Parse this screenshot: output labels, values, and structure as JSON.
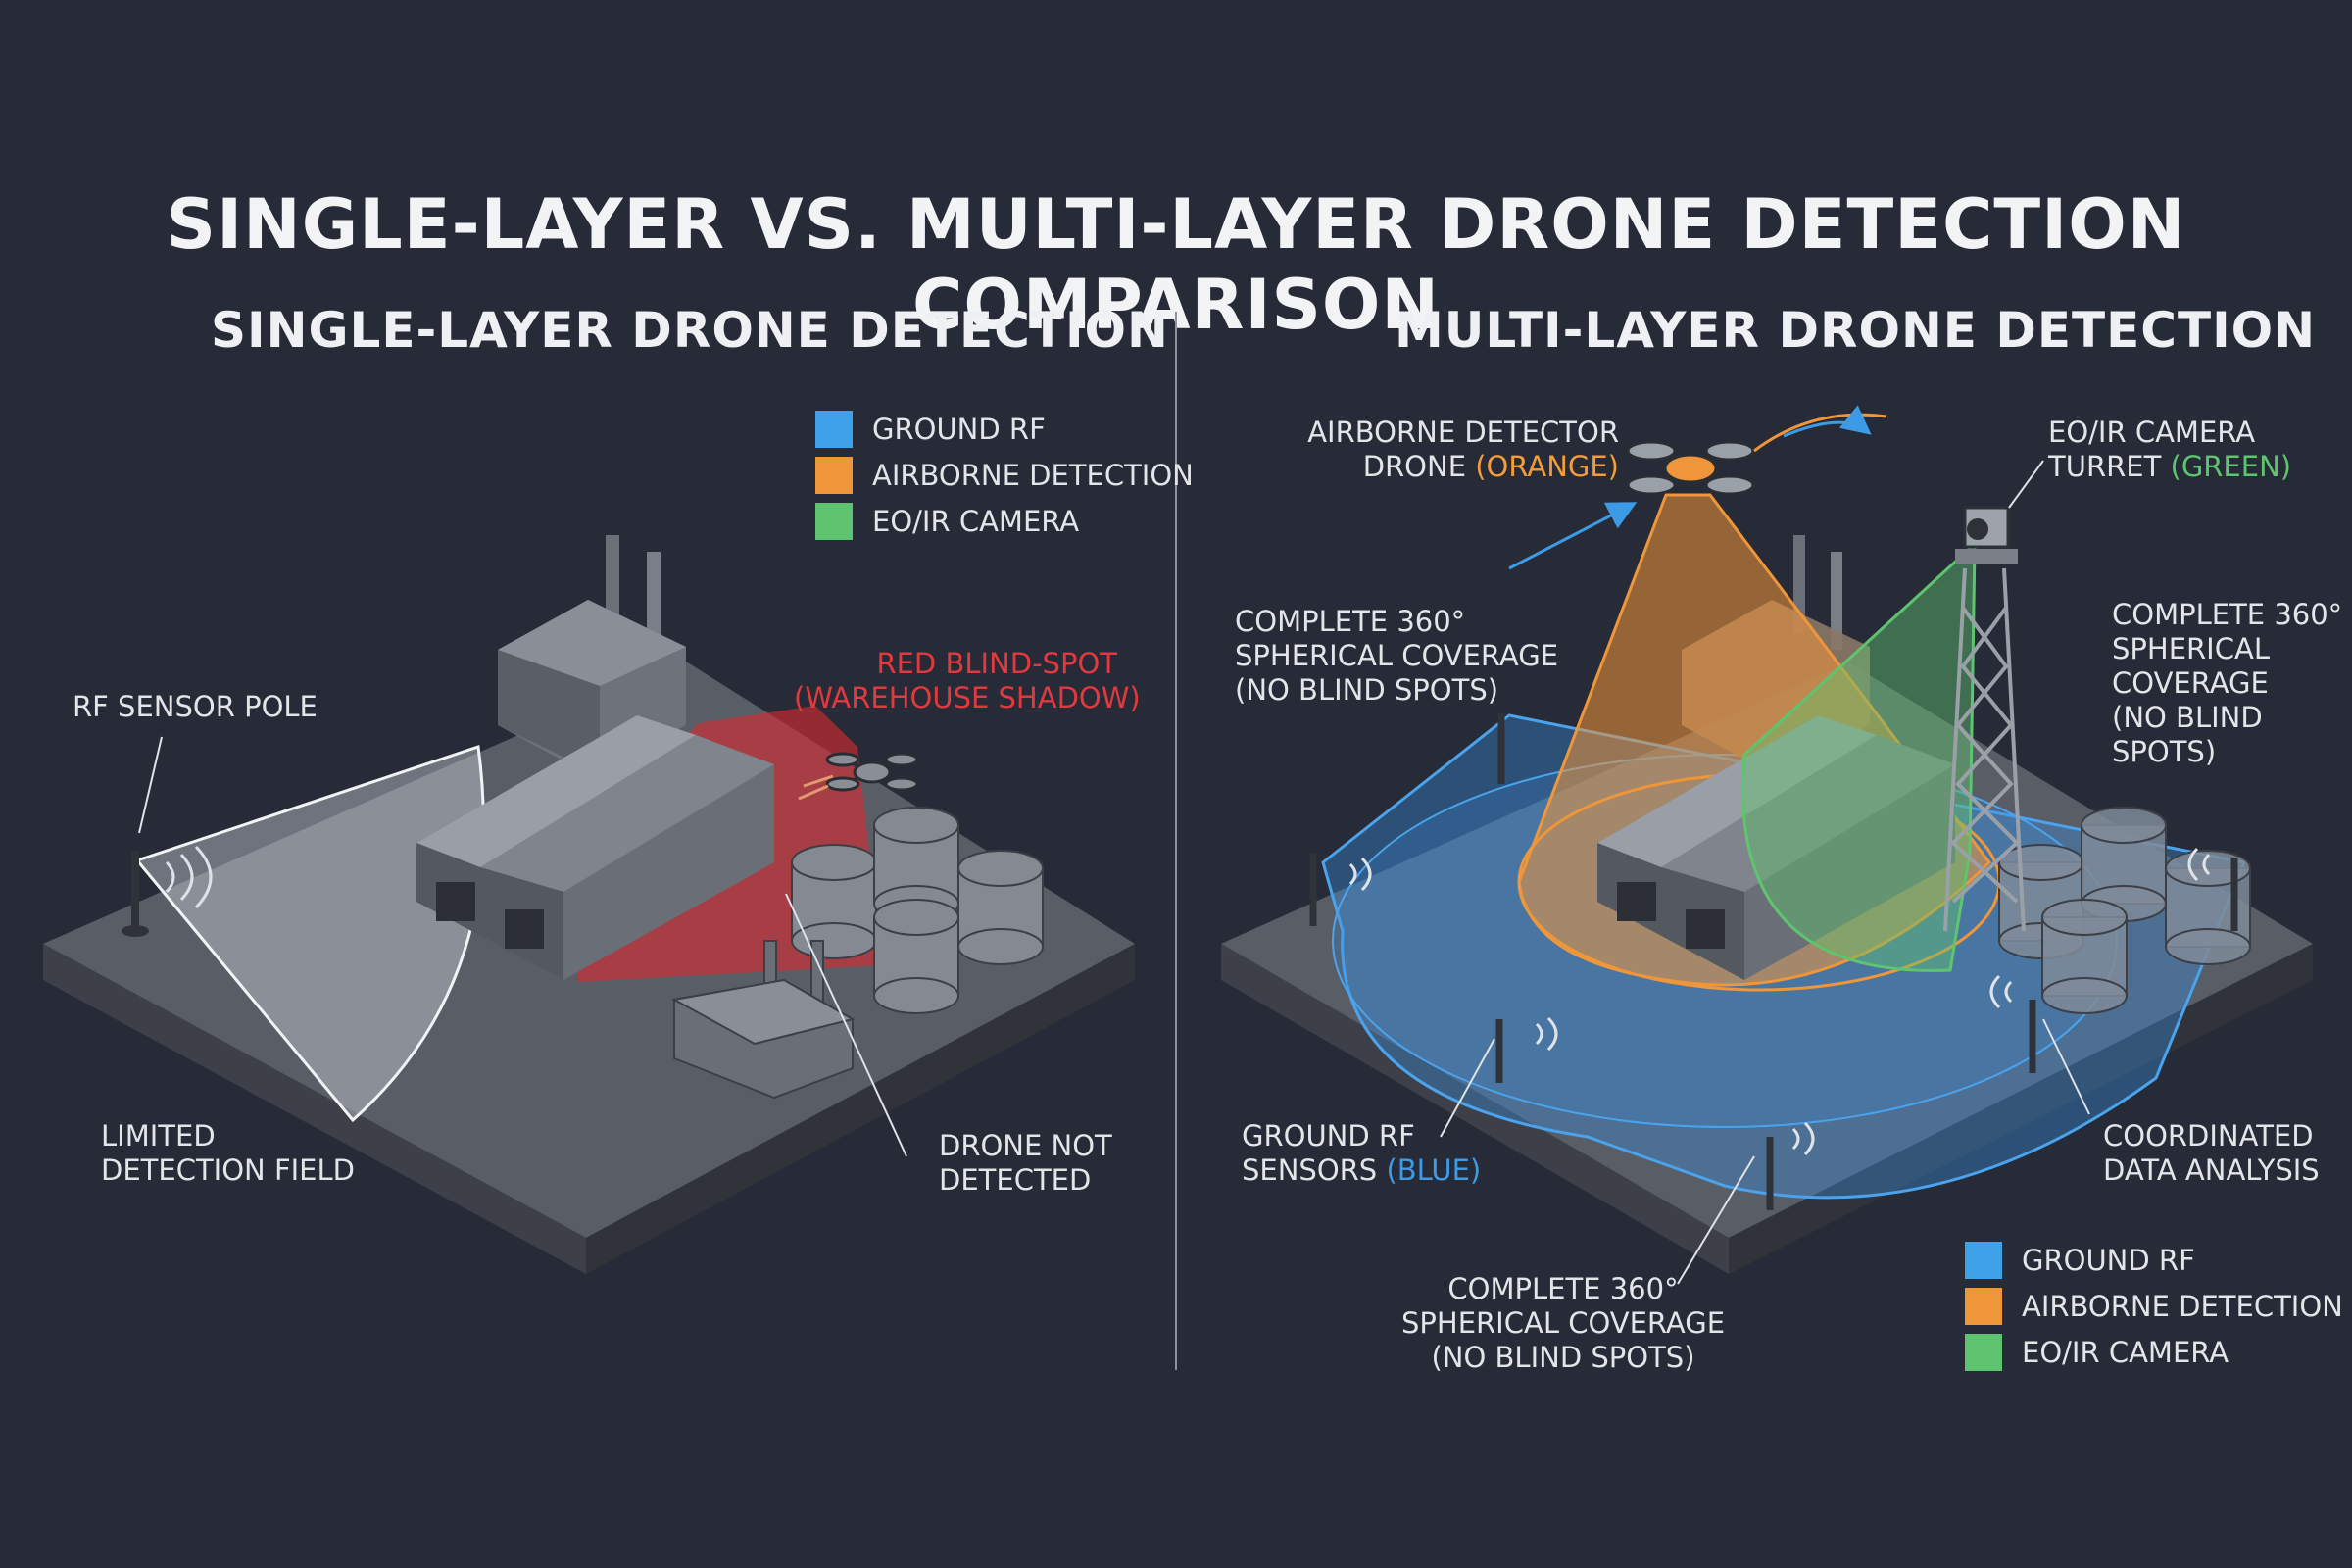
{
  "title": "SINGLE-LAYER VS. MULTI-LAYER DRONE DETECTION COMPARISON",
  "left": {
    "heading": "SINGLE-LAYER DRONE DETECTION",
    "legend": [
      {
        "label": "GROUND RF",
        "color": "#3fa2e8"
      },
      {
        "label": "AIRBORNE DETECTION",
        "color": "#f0963a"
      },
      {
        "label": "EO/IR CAMERA",
        "color": "#5fc46f"
      }
    ],
    "labels": {
      "rf_pole": "RF SENSOR POLE",
      "blind_spot_1": "RED BLIND-SPOT",
      "blind_spot_2": "(WAREHOUSE SHADOW)",
      "limited_1": "LIMITED",
      "limited_2": "DETECTION FIELD",
      "not_detected_1": "DRONE NOT",
      "not_detected_2": "DETECTED"
    }
  },
  "right": {
    "heading": "MULTI-LAYER DRONE DETECTION",
    "legend": [
      {
        "label": "GROUND RF",
        "color": "#3fa2e8"
      },
      {
        "label": "AIRBORNE DETECTION",
        "color": "#f0963a"
      },
      {
        "label": "EO/IR CAMERA",
        "color": "#5fc46f"
      }
    ],
    "labels": {
      "airborne_1": "AIRBORNE DETECTOR",
      "airborne_2": "DRONE ",
      "airborne_color": "(ORANGE)",
      "eoir_1": "EO/IR CAMERA",
      "eoir_2": "TURRET ",
      "eoir_color": "(GREEN)",
      "cov_left_1": "COMPLETE 360°",
      "cov_left_2": "SPHERICAL COVERAGE",
      "cov_left_3": "(NO BLIND SPOTS)",
      "cov_right_1": "COMPLETE 360°",
      "cov_right_2": "SPHERICAL",
      "cov_right_3": "COVERAGE",
      "cov_right_4": "(NO BLIND",
      "cov_right_5": "SPOTS)",
      "ground_rf_1": "GROUND RF",
      "ground_rf_2": "SENSORS ",
      "ground_rf_color": "(BLUE)",
      "coord_1": "COORDINATED",
      "coord_2": "DATA ANALYSIS",
      "cov_bottom_1": "COMPLETE 360°",
      "cov_bottom_2": "SPHERICAL COVERAGE",
      "cov_bottom_3": "(NO BLIND SPOTS)"
    }
  },
  "colors": {
    "background": "#262b37",
    "ground_rf": "#3fa2e8",
    "airborne": "#f0963a",
    "eoir": "#5fc46f",
    "blind_spot": "#d82c30"
  }
}
